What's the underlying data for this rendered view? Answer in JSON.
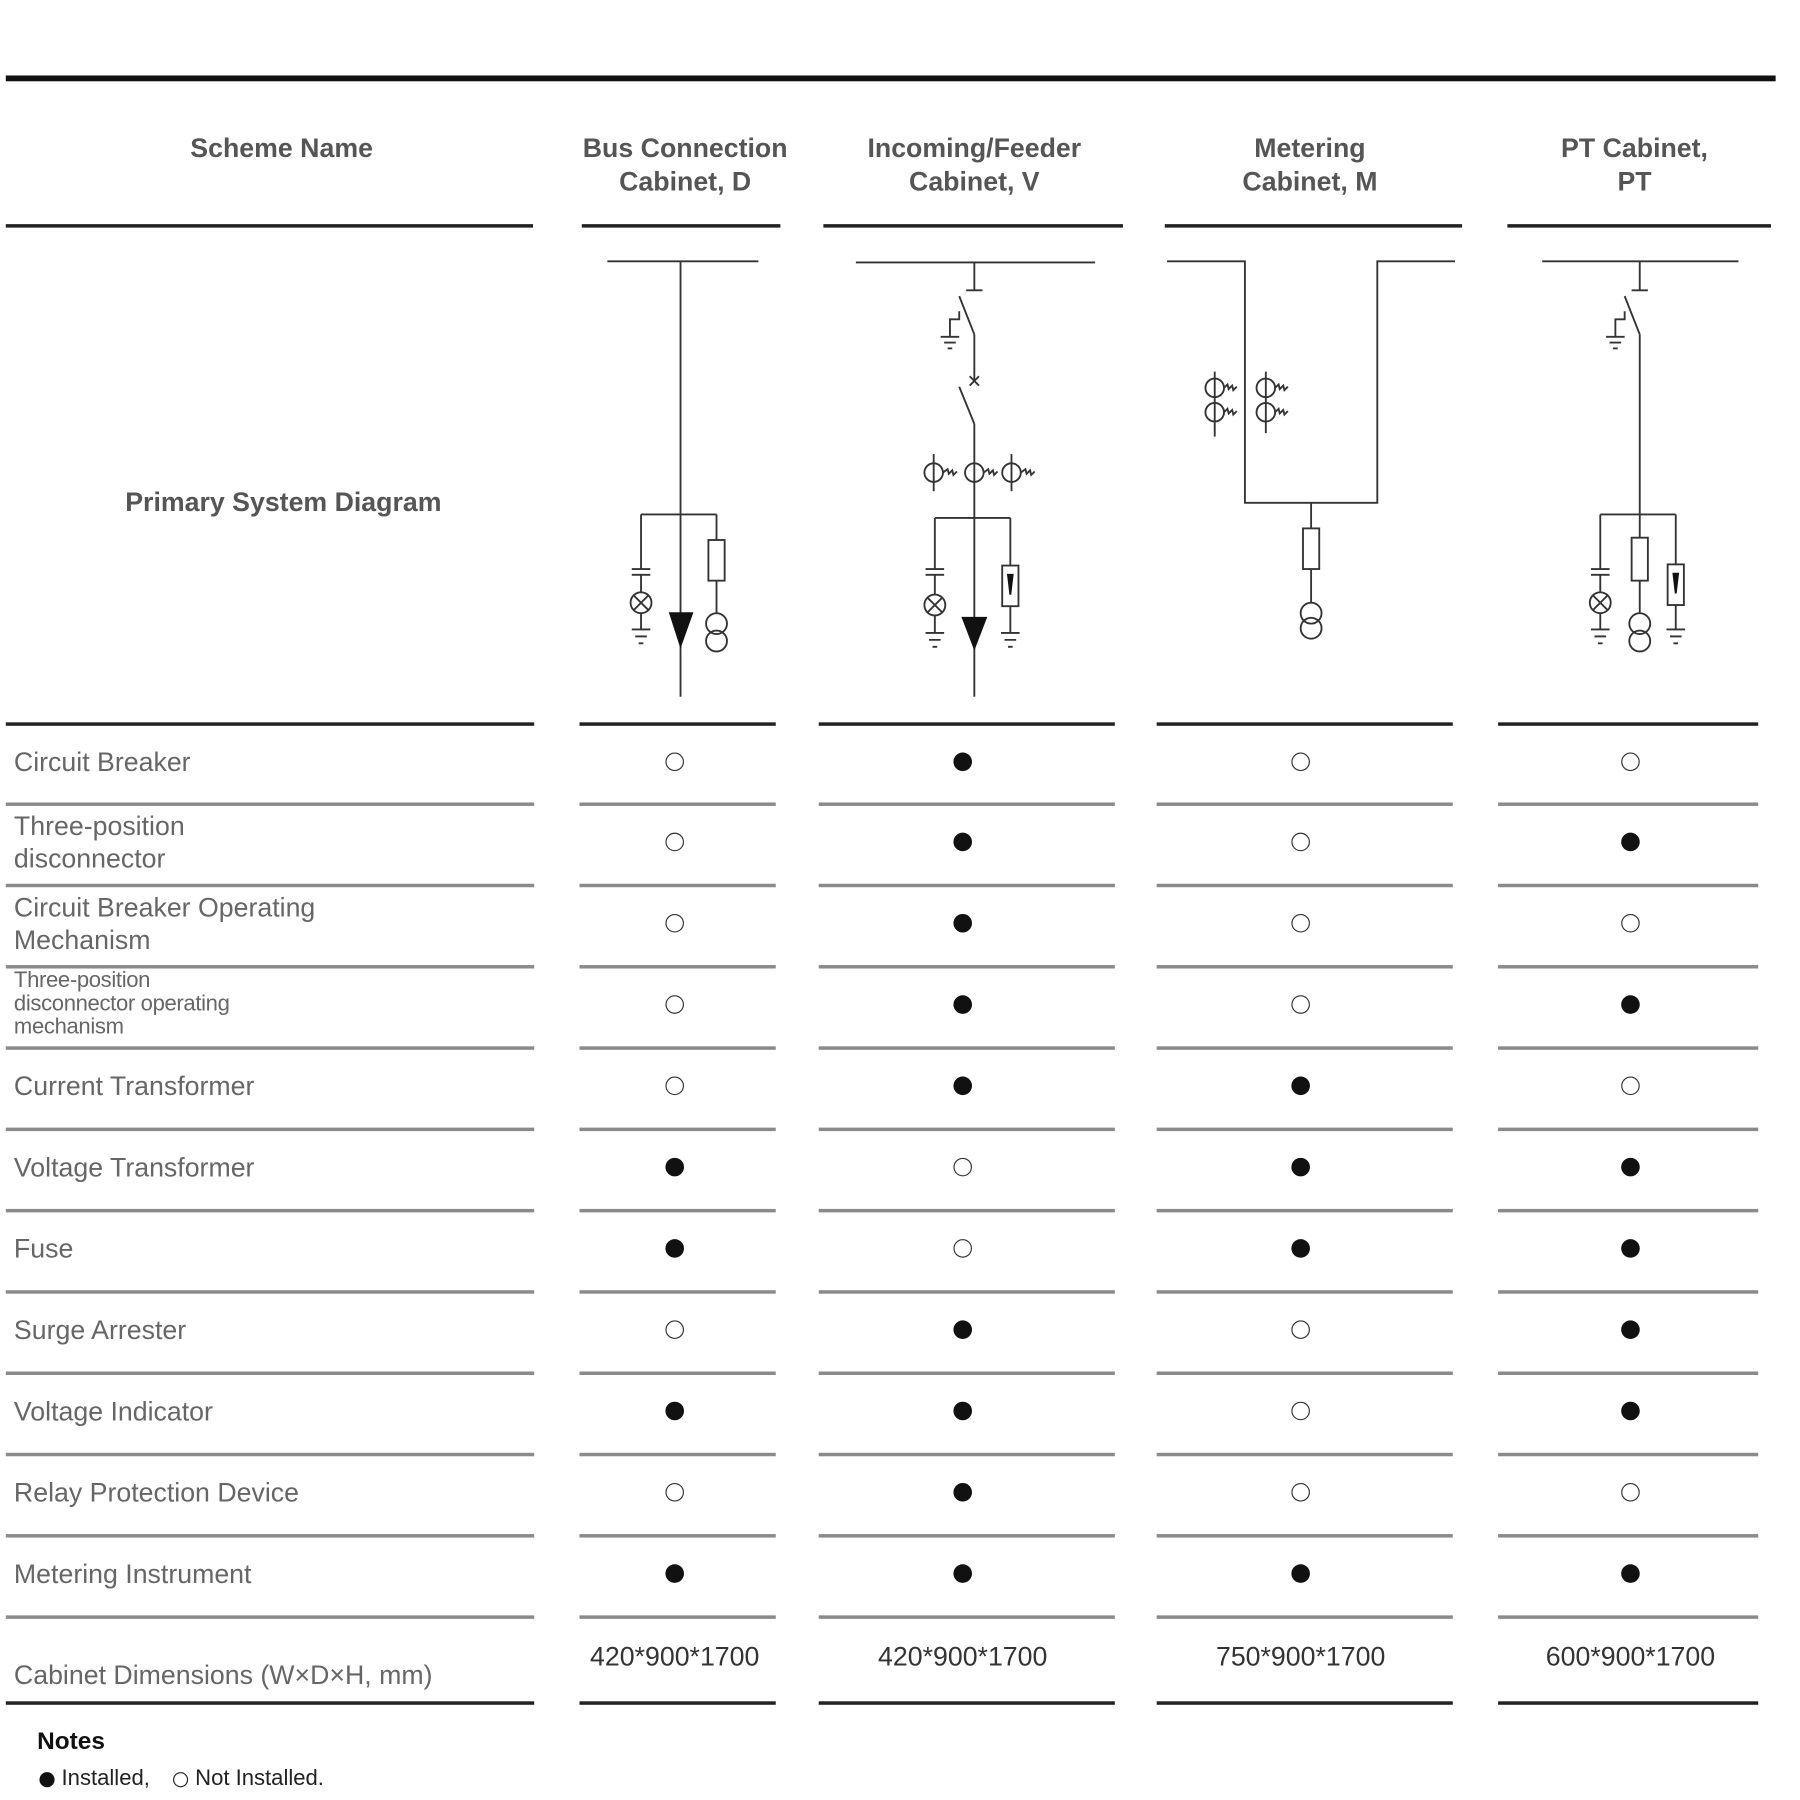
{
  "header": {
    "scheme_name": "Scheme Name",
    "columns": [
      {
        "line1": "Bus Connection",
        "line2": "Cabinet, D"
      },
      {
        "line1": "Incoming/Feeder",
        "line2": "Cabinet, V"
      },
      {
        "line1": "Metering",
        "line2": "Cabinet, M"
      },
      {
        "line1": "PT Cabinet,",
        "line2": "PT"
      }
    ]
  },
  "diagram_label": "Primary System Diagram",
  "rows": [
    {
      "name": "Circuit Breaker",
      "values": [
        false,
        true,
        false,
        false
      ]
    },
    {
      "name": "Three-position disconnector",
      "values": [
        false,
        true,
        false,
        true
      ]
    },
    {
      "name": "Circuit Breaker Operating Mechanism",
      "values": [
        false,
        true,
        false,
        false
      ]
    },
    {
      "name": "Three-position disconnector operating mechanism",
      "values": [
        false,
        true,
        false,
        true
      ],
      "small": true
    },
    {
      "name": "Current Transformer",
      "values": [
        false,
        true,
        true,
        false
      ]
    },
    {
      "name": "Voltage Transformer",
      "values": [
        true,
        false,
        true,
        true
      ]
    },
    {
      "name": "Fuse",
      "values": [
        true,
        false,
        true,
        true
      ]
    },
    {
      "name": "Surge Arrester",
      "values": [
        false,
        true,
        false,
        true
      ]
    },
    {
      "name": "Voltage Indicator",
      "values": [
        true,
        true,
        false,
        true
      ]
    },
    {
      "name": "Relay Protection Device",
      "values": [
        false,
        true,
        false,
        false
      ]
    },
    {
      "name": "Metering Instrument",
      "values": [
        true,
        true,
        true,
        true
      ]
    }
  ],
  "dimensions": {
    "label": "Cabinet Dimensions (W×D×H, mm)",
    "values": [
      "420*900*1700",
      "420*900*1700",
      "750*900*1700",
      "600*900*1700"
    ]
  },
  "notes": {
    "title": "Notes",
    "installed": "Installed,",
    "not_installed": "Not Installed."
  }
}
